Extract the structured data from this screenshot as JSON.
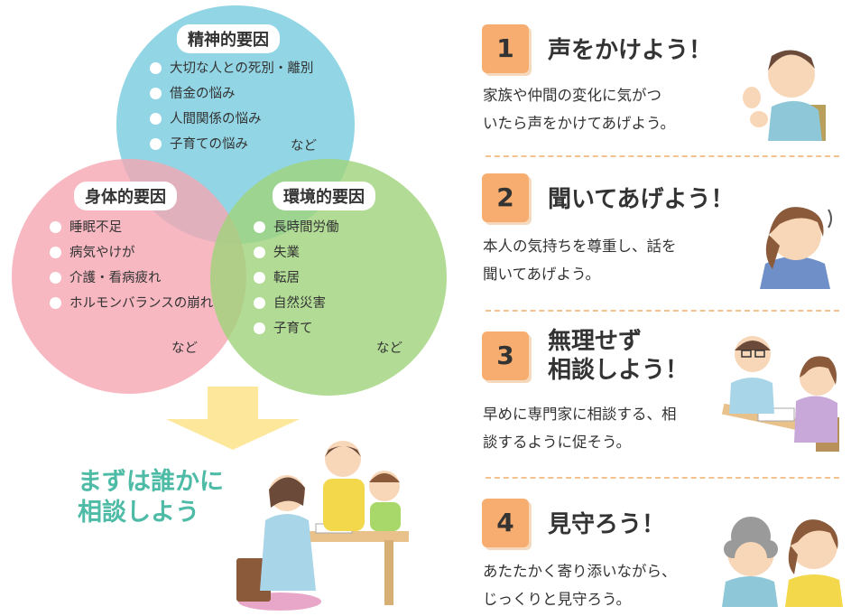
{
  "venn": {
    "colors": {
      "mental": "#7fcedf",
      "physical": "#f5a6b3",
      "environment": "#9fd37a"
    },
    "mental": {
      "label": "精神的要因",
      "items": [
        "大切な人との死別・離別",
        "借金の悩み",
        "人間関係の悩み",
        "子育ての悩み"
      ],
      "etc": "など"
    },
    "physical": {
      "label": "身体的要因",
      "items": [
        "睡眠不足",
        "病気やけが",
        "介護・看病疲れ",
        "ホルモンバランスの崩れ"
      ],
      "etc": "など"
    },
    "environment": {
      "label": "環境的要因",
      "items": [
        "長時間労働",
        "失業",
        "転居",
        "自然災害",
        "子育て"
      ],
      "etc": "など"
    }
  },
  "cta": {
    "line1": "まずは誰かに",
    "line2": "相談しよう",
    "color": "#4dbba5"
  },
  "steps": [
    {
      "num": "1",
      "title_line1": "声をかけよう！",
      "title_line2": "",
      "desc_line1": "家族や仲間の変化に気がつ",
      "desc_line2": "いたら声をかけてあげよう。"
    },
    {
      "num": "2",
      "title_line1": "聞いてあげよう！",
      "title_line2": "",
      "desc_line1": "本人の気持ちを尊重し、話を",
      "desc_line2": "聞いてあげよう。"
    },
    {
      "num": "3",
      "title_line1": "無理せず",
      "title_line2": "相談しよう！",
      "desc_line1": "早めに専門家に相談する、相",
      "desc_line2": "談するように促そう。"
    },
    {
      "num": "4",
      "title_line1": "見守ろう！",
      "title_line2": "",
      "desc_line1": "あたたかく寄り添いながら、",
      "desc_line2": "じっくりと見守ろう。"
    }
  ],
  "accent": {
    "number_box": "#f7ad6f",
    "divider": "#f3c28e",
    "arrow": "#fde79a"
  }
}
